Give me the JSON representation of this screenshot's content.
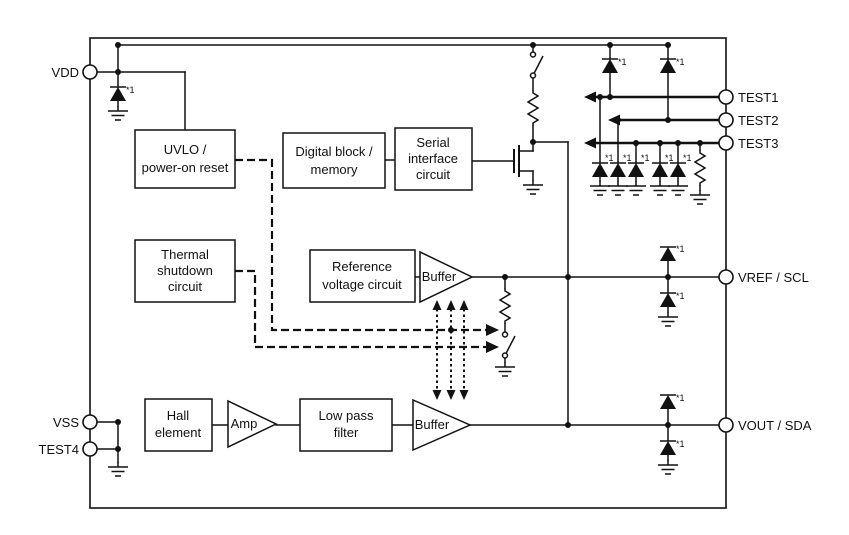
{
  "diagram": {
    "pins": {
      "vdd": "VDD",
      "vss": "VSS",
      "test4": "TEST4",
      "test1": "TEST1",
      "test2": "TEST2",
      "test3": "TEST3",
      "vref_scl": "VREF / SCL",
      "vout_sda": "VOUT / SDA"
    },
    "blocks": {
      "uvlo_line1": "UVLO /",
      "uvlo_line2": "power-on reset",
      "digital_line1": "Digital block /",
      "digital_line2": "memory",
      "serial_line1": "Serial",
      "serial_line2": "interface",
      "serial_line3": "circuit",
      "thermal_line1": "Thermal",
      "thermal_line2": "shutdown",
      "thermal_line3": "circuit",
      "reference_line1": "Reference",
      "reference_line2": "voltage circuit",
      "buffer_vref": "Buffer",
      "buffer_vout": "Buffer",
      "hall_line1": "Hall",
      "hall_line2": "element",
      "amp": "Amp",
      "lpf_line1": "Low pass",
      "lpf_line2": "filter"
    },
    "note": "*1",
    "colors": {
      "line": "#111111",
      "background": "#ffffff"
    }
  }
}
